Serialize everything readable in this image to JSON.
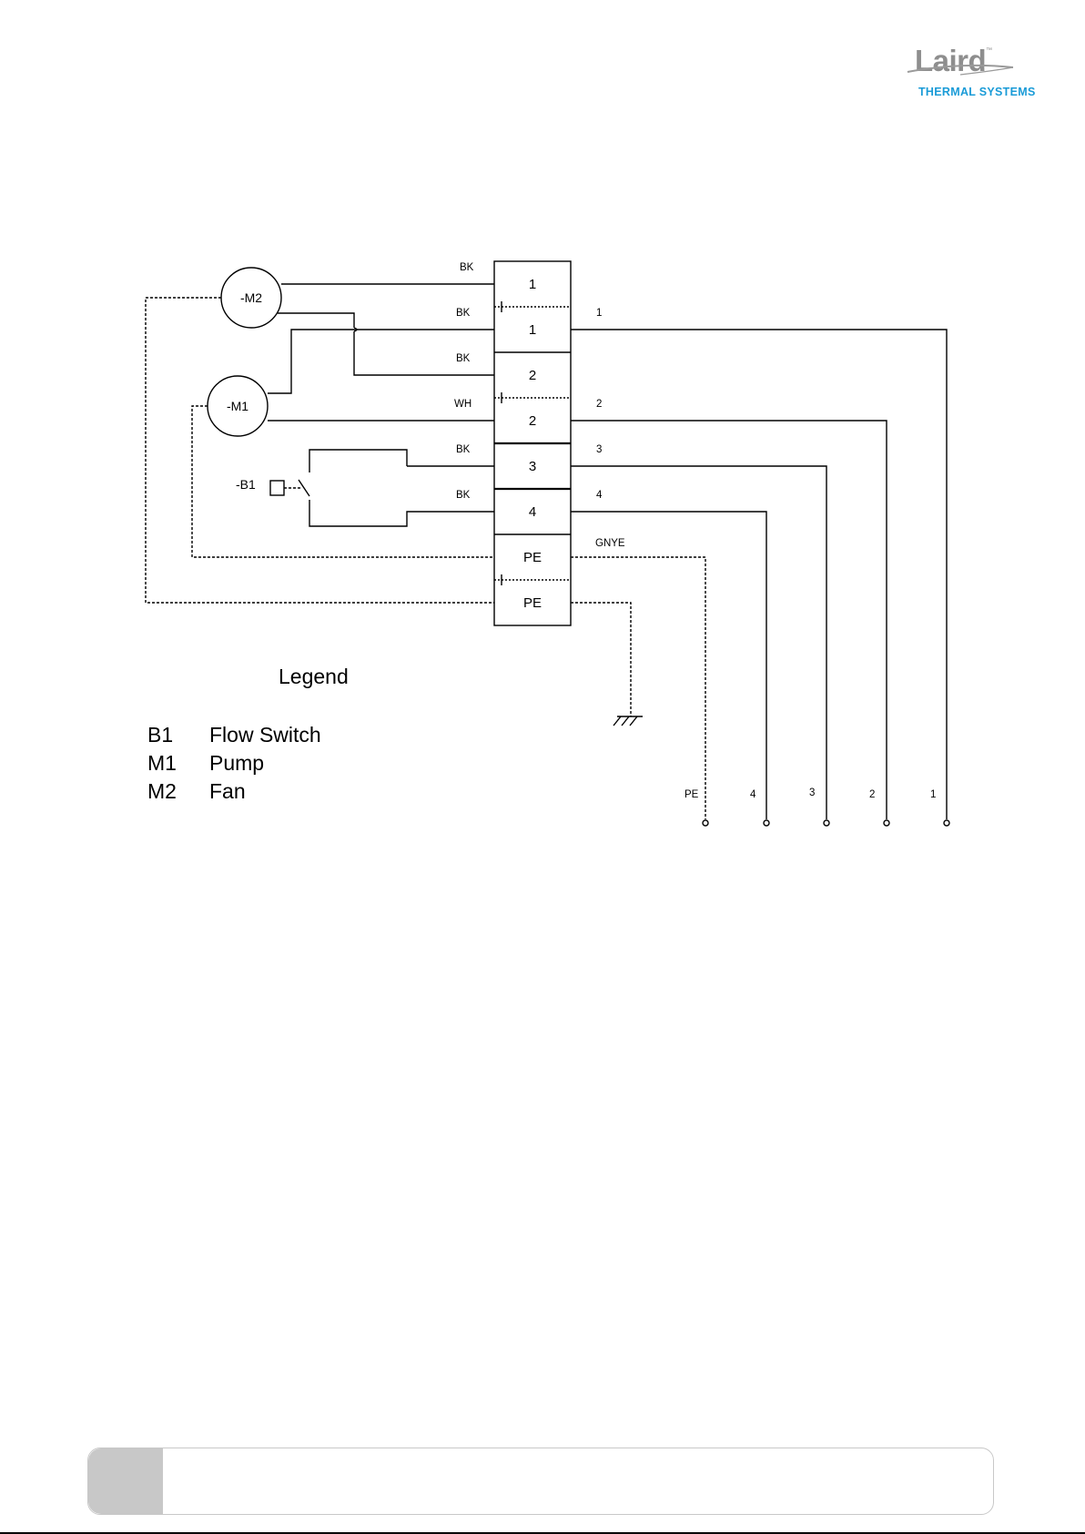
{
  "brand": {
    "name": "Laird",
    "trademark": "™",
    "subtitle": "THERMAL SYSTEMS",
    "colors": {
      "wordmark": "#8e8e8e",
      "subtitle": "#1a9bd7"
    }
  },
  "diagram": {
    "components": {
      "m2": "-M2",
      "m1": "-M1",
      "b1": "-B1"
    },
    "terminals": [
      "1",
      "1",
      "2",
      "2",
      "3",
      "4",
      "PE",
      "PE"
    ],
    "wire_colors_in": [
      "BK",
      "BK",
      "BK",
      "WH",
      "BK",
      "BK"
    ],
    "wire_numbers_out": [
      "1",
      "2",
      "3",
      "4"
    ],
    "ground_wire_color": "GNYE",
    "output_terminals": [
      "PE",
      "4",
      "3",
      "2",
      "1"
    ]
  },
  "legend": {
    "title": "Legend",
    "items": [
      {
        "code": "B1",
        "description": "Flow Switch"
      },
      {
        "code": "M1",
        "description": "Pump"
      },
      {
        "code": "M2",
        "description": "Fan"
      }
    ]
  },
  "footer": {
    "tab_color": "#c8c8c8"
  }
}
